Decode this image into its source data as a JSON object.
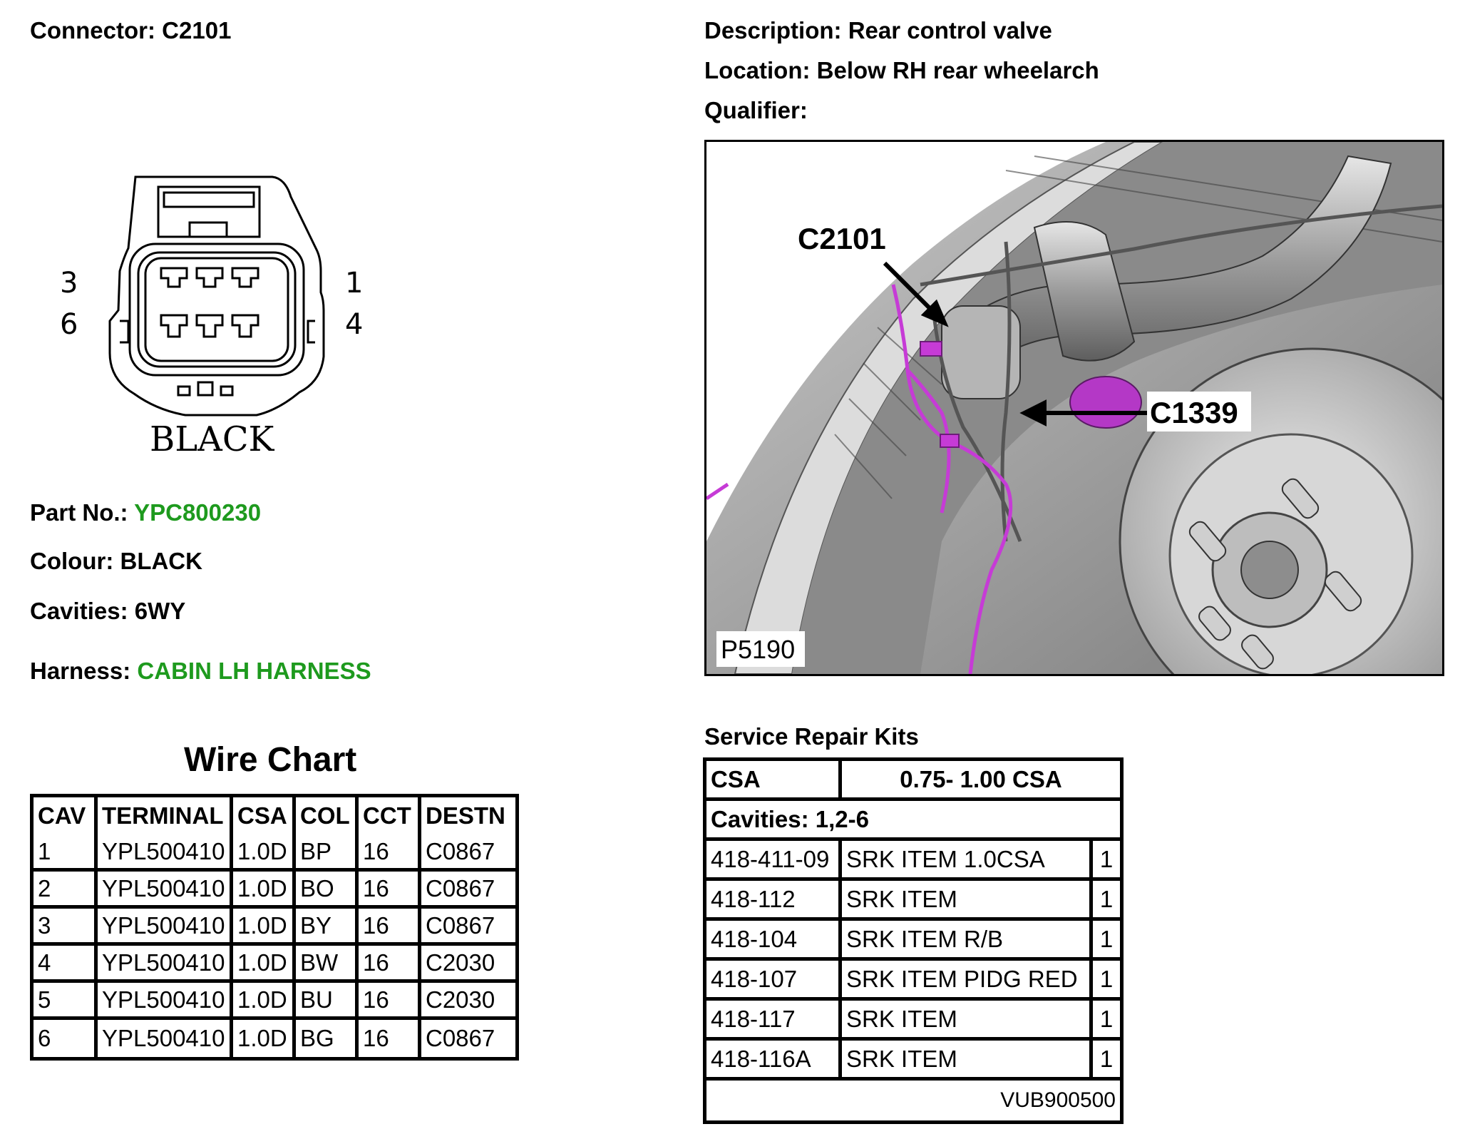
{
  "connector": {
    "label": "Connector:",
    "value": "C2101"
  },
  "description": {
    "label": "Description:",
    "value": "Rear control valve"
  },
  "location": {
    "label": "Location:",
    "value": "Below RH rear wheelarch"
  },
  "qualifier": {
    "label": "Qualifier:",
    "value": ""
  },
  "diagram": {
    "color_label": "BLACK",
    "pin_left_top": "3",
    "pin_left_bottom": "6",
    "pin_right_top": "1",
    "pin_right_bottom": "4"
  },
  "part_no": {
    "label": "Part No.:",
    "value": "YPC800230"
  },
  "colour": {
    "label": "Colour:",
    "value": "BLACK"
  },
  "cavities": {
    "label": "Cavities:",
    "value": "6WY"
  },
  "harness": {
    "label": "Harness:",
    "value": "CABIN LH HARNESS"
  },
  "photo": {
    "callout_1": "C2101",
    "callout_2": "C1339",
    "ref": "P5190"
  },
  "wire_chart": {
    "title": "Wire Chart",
    "headers": [
      "CAV",
      "TERMINAL",
      "CSA",
      "COL",
      "CCT",
      "DESTN"
    ],
    "rows": [
      [
        "1",
        "YPL500410",
        "1.0D",
        "BP",
        "16",
        "C0867"
      ],
      [
        "2",
        "YPL500410",
        "1.0D",
        "BO",
        "16",
        "C0867"
      ],
      [
        "3",
        "YPL500410",
        "1.0D",
        "BY",
        "16",
        "C0867"
      ],
      [
        "4",
        "YPL500410",
        "1.0D",
        "BW",
        "16",
        "C2030"
      ],
      [
        "5",
        "YPL500410",
        "1.0D",
        "BU",
        "16",
        "C2030"
      ],
      [
        "6",
        "YPL500410",
        "1.0D",
        "BG",
        "16",
        "C0867"
      ]
    ]
  },
  "service_kits": {
    "title": "Service Repair Kits",
    "csa_label": "CSA",
    "csa_value": "0.75- 1.00 CSA",
    "cavities": "Cavities: 1,2-6",
    "rows": [
      [
        "418-411-09",
        "SRK ITEM 1.0CSA",
        "1"
      ],
      [
        "418-112",
        "SRK ITEM",
        "1"
      ],
      [
        "418-104",
        "SRK ITEM R/B",
        "1"
      ],
      [
        "418-107",
        "SRK ITEM PIDG RED",
        "1"
      ],
      [
        "418-117",
        "SRK ITEM",
        "1"
      ],
      [
        "418-116A",
        "SRK ITEM",
        "1"
      ]
    ],
    "footer": "VUB900500"
  }
}
